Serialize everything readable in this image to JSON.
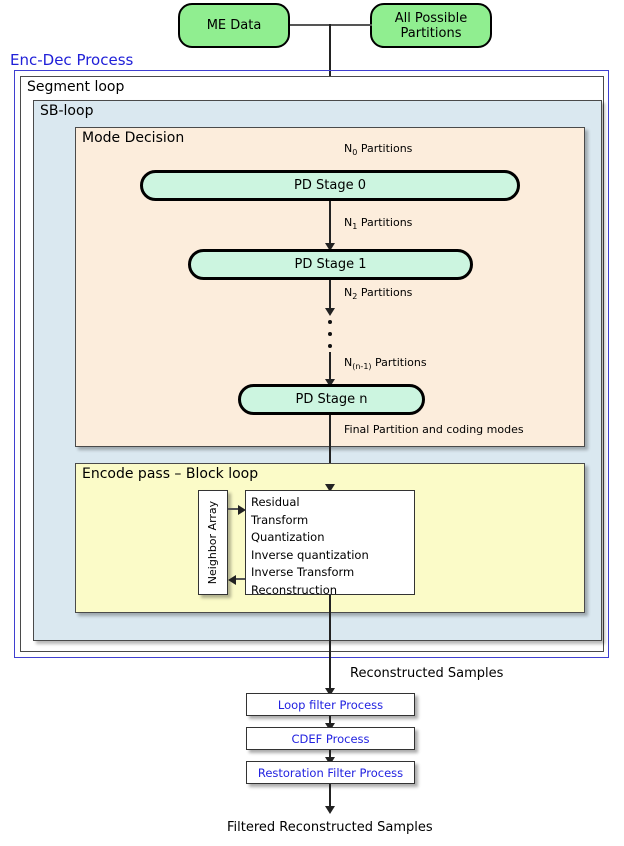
{
  "diagram": {
    "inputs": {
      "me_data": "ME Data",
      "all_partitions": "All Possible\nPartitions"
    },
    "containers": {
      "enc_dec": "Enc-Dec Process",
      "segment_loop": "Segment loop",
      "sb_loop": "SB-loop",
      "mode_decision": "Mode Decision",
      "encode_pass": "Encode pass – Block loop"
    },
    "pd_stages": [
      {
        "label": "PD Stage 0"
      },
      {
        "label": "PD Stage 1"
      },
      {
        "label": "PD Stage n"
      }
    ],
    "edge_labels": {
      "n0": "N",
      "n0_sub": "0",
      "n0_tail": " Partitions",
      "n1": "N",
      "n1_sub": "1",
      "n1_tail": " Partitions",
      "n2": "N",
      "n2_sub": "2",
      "n2_tail": " Partitions",
      "nn1": "N",
      "nn1_sub": "(n-1)",
      "nn1_tail": " Partitions",
      "final_partition": "Final Partition and coding modes",
      "reconstructed_samples": "Reconstructed Samples",
      "filtered_reconstructed_samples": "Filtered Reconstructed Samples"
    },
    "neighbor_array": "Neighbor Array",
    "block_ops": [
      "Residual",
      "Transform",
      "Quantization",
      "Inverse quantization",
      "Inverse Transform",
      "Reconstruction"
    ],
    "filters": [
      {
        "label": "Loop filter Process"
      },
      {
        "label": "CDEF Process"
      },
      {
        "label": "Restoration Filter Process"
      }
    ],
    "colors": {
      "terminator_green": "#90ee90",
      "pd_stage_mint": "#ccf5e0",
      "sb_loop_blue": "#dae8f0",
      "mode_decision_peach": "#fceddc",
      "encode_pass_yellow": "#fbfbc8",
      "enc_dec_border_blue": "#2020d8",
      "filter_text_blue": "#2222e0"
    }
  }
}
